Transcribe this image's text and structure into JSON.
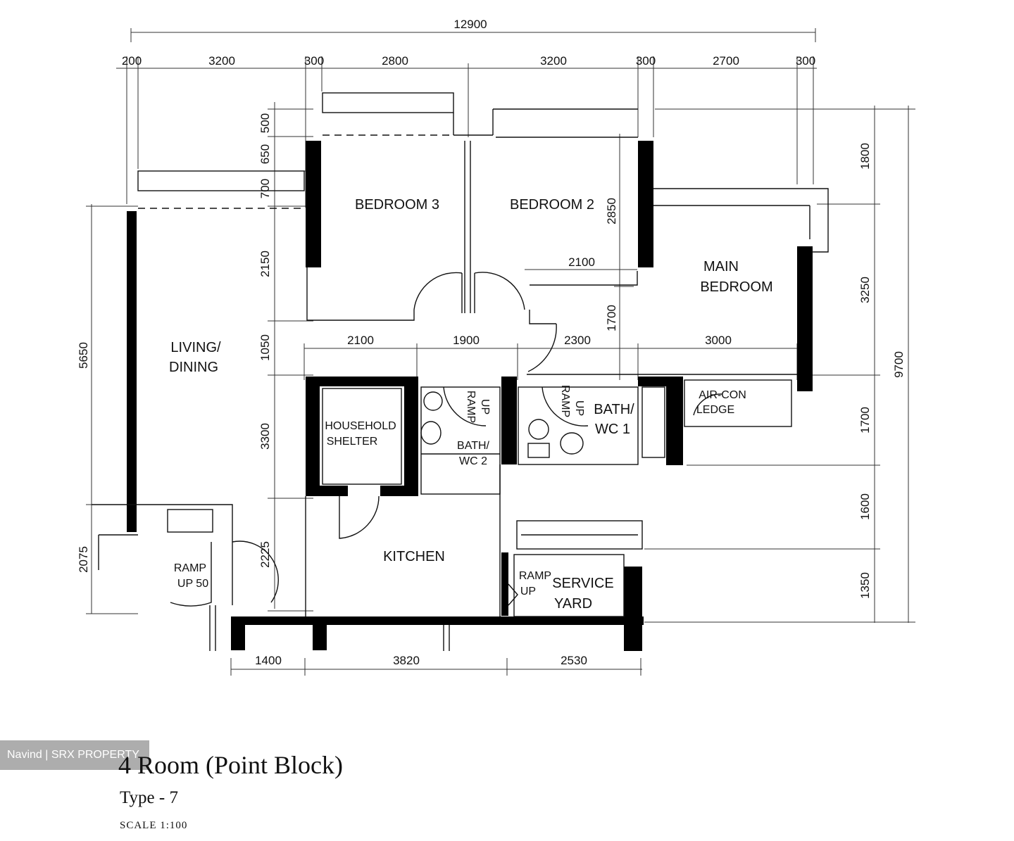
{
  "plan": {
    "title": "4 Room (Point Block)",
    "subtitle": "Type - 7",
    "scale": "SCALE 1:100",
    "watermark": "Navind | SRX PROPERTY",
    "rooms": {
      "bedroom3": "BEDROOM 3",
      "bedroom2": "BEDROOM 2",
      "main_bedroom_1": "MAIN",
      "main_bedroom_2": "BEDROOM",
      "living_1": "LIVING/",
      "living_2": "DINING",
      "shelter_1": "HOUSEHOLD",
      "shelter_2": "SHELTER",
      "bath2_1": "BATH/",
      "bath2_2": "WC 2",
      "bath1_1": "BATH/",
      "bath1_2": "WC 1",
      "aircon_1": "AIR-CON",
      "aircon_2": "LEDGE",
      "kitchen": "KITCHEN",
      "service_1": "SERVICE",
      "service_2": "YARD",
      "ramp_living_1": "RAMP",
      "ramp_living_2": "UP 50",
      "ramp_bath2_1": "RAMP",
      "ramp_bath2_2": "UP",
      "ramp_bath1_1": "RAMP",
      "ramp_bath1_2": "UP",
      "ramp_service_1": "RAMP",
      "ramp_service_2": "UP"
    },
    "dims": {
      "overall_top": "12900",
      "t1": "200",
      "t2": "3200",
      "t3": "300",
      "t4": "2800",
      "t5": "3200",
      "t6": "300",
      "t7": "2700",
      "t8": "300",
      "l1": "500",
      "l2": "650",
      "l3": "700",
      "l4": "2150",
      "l5": "1050",
      "l6": "3300",
      "l7": "2225",
      "living_h": "5650",
      "living_ramp": "2075",
      "mid1": "2100",
      "mid2": "1900",
      "mid3": "2300",
      "mid4": "3000",
      "br2_w": "2100",
      "br2_h": "2850",
      "br_gap": "1700",
      "r1": "1800",
      "r2": "3250",
      "r3": "1700",
      "r4": "1600",
      "r5": "1350",
      "overall_right": "9700",
      "b1": "1400",
      "b2": "3820",
      "b3": "2530"
    }
  }
}
